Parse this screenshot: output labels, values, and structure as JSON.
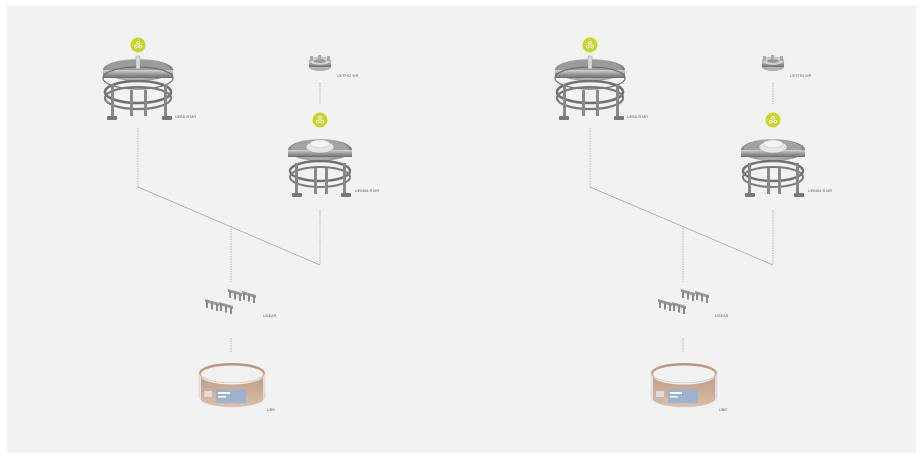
{
  "diagram": {
    "left": {
      "labels": {
        "top_left_housing": "UEBD.R MR",
        "top_right_part": "UETFS2 MR",
        "mid_right_housing": "UEBDM.R MR",
        "brackets": "UGEAR",
        "sleeve": "UBR"
      }
    },
    "right": {
      "labels": {
        "top_left_housing": "UEBD.R MR",
        "top_right_part": "UETFS2 MR",
        "mid_right_housing": "UEBDM.R MR",
        "brackets": "UGEAR",
        "sleeve": "UBR"
      }
    },
    "colors": {
      "panel": "#f2f2f2",
      "badge": "#c8d62a",
      "connector": "#9a9a9a",
      "metal": "#a6a6a6",
      "sleeve_inner": "#c9a28a",
      "sleeve_label": "#8fb3d9"
    },
    "badge_icon": "recycle-icon"
  }
}
